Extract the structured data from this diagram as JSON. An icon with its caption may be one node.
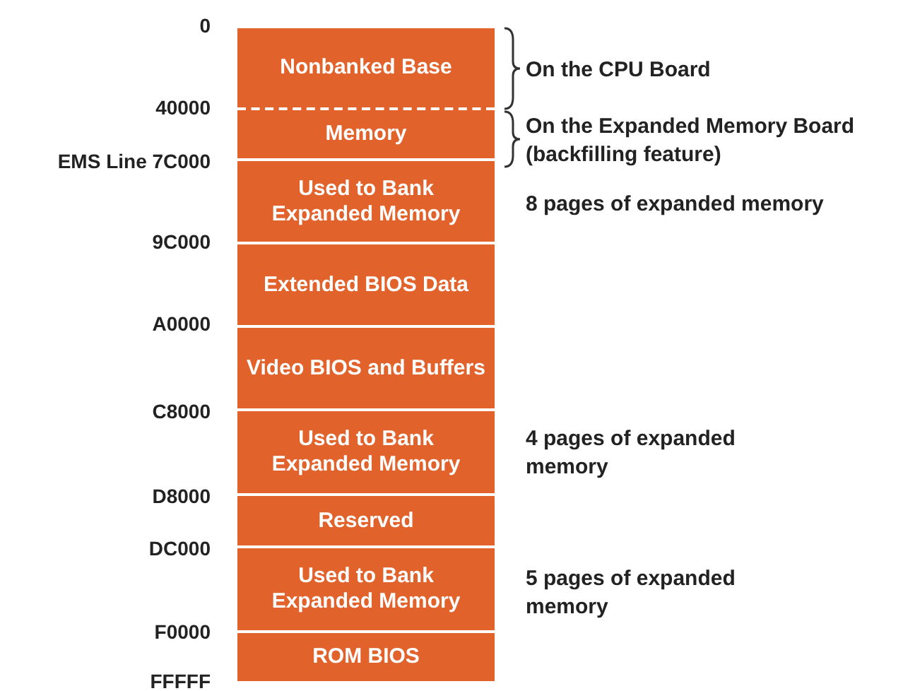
{
  "diagram": {
    "nodes": [
      {
        "text": [
          "Nonbanked Base"
        ]
      },
      {
        "text": [
          "Memory"
        ]
      },
      {
        "text": [
          "Used to Bank Expanded Memory"
        ],
        "beside": [
          "8 pages of expanded memory"
        ]
      },
      {
        "text": [
          "Extended BIOS Data"
        ]
      },
      {
        "text": [
          "Video BIOS and Buffers"
        ]
      },
      {
        "text": [
          "Used to Bank Expanded Memory"
        ],
        "beside": [
          "4 pages of expanded memory"
        ]
      },
      {
        "text": [
          "Reserved"
        ]
      },
      {
        "text": [
          "Used to Bank Expanded Memory"
        ],
        "beside": [
          "5 pages of expanded memory"
        ]
      },
      {
        "text": [
          "ROM BIOS"
        ]
      }
    ],
    "labels": [
      "0",
      "On the CPU Board",
      "40000",
      "On the Expanded Memory Board (backfilling feature)",
      "EMS Line 7C000",
      "9C000",
      "A0000",
      "C8000",
      "D8000",
      "DC000",
      "F0000",
      "FFFFF"
    ]
  }
}
